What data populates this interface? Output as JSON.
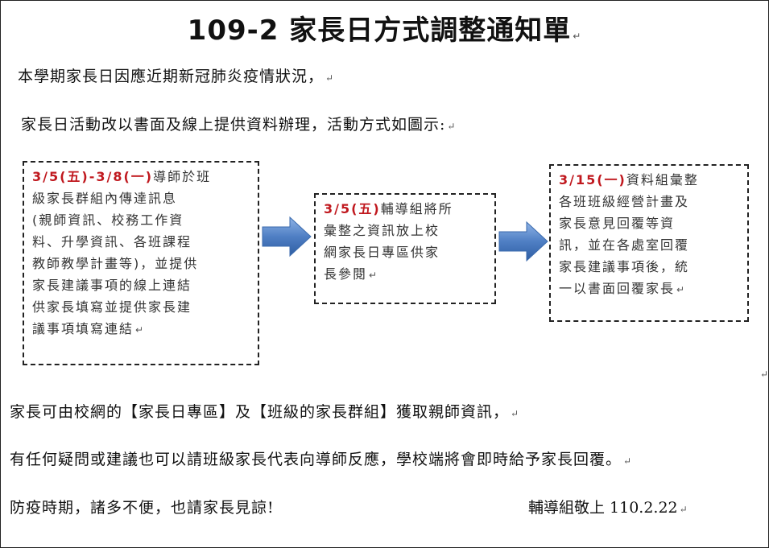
{
  "title": "109-2 家長日方式調整通知單",
  "intro": {
    "line1": "本學期家長日因應近期新冠肺炎疫情狀況，",
    "line2": "家長日活動改以書面及線上提供資料辦理，活動方式如圖示:"
  },
  "steps": [
    {
      "date": "3/5(五)-3/8(一)",
      "lines": [
        "導師於班",
        "級家長群組內傳達訊息",
        "(親師資訊、校務工作資",
        "料、升學資訊、各班課程",
        "教師教學計畫等)，並提供",
        "家長建議事項的線上連結",
        "供家長填寫並提供家長建",
        "議事項填寫連結"
      ]
    },
    {
      "date": "3/5(五)",
      "lines": [
        "輔導組將所",
        "彙整之資訊放上校",
        "網家長日專區供家",
        "長參閱"
      ]
    },
    {
      "date": "3/15(一)",
      "lines": [
        "資料組彙整",
        "各班班級經營計畫及",
        "家長意見回覆等資",
        "訊，並在各處室回覆",
        "家長建議事項後，統",
        "一以書面回覆家長"
      ]
    }
  ],
  "body": {
    "line1": "家長可由校網的【家長日專區】及【班級的家長群組】獲取親師資訊，",
    "line2": "有任何疑問或建議也可以請班級家長代表向導師反應，學校端將會即時給予家長回覆。",
    "line3": "防疫時期，諸多不便，也請家長見諒!",
    "signature": "輔導組敬上 110.2.22"
  },
  "paragraph_mark": "↵",
  "colors": {
    "date_red": "#c0181e",
    "arrow_blue": "#4f7fc4"
  }
}
